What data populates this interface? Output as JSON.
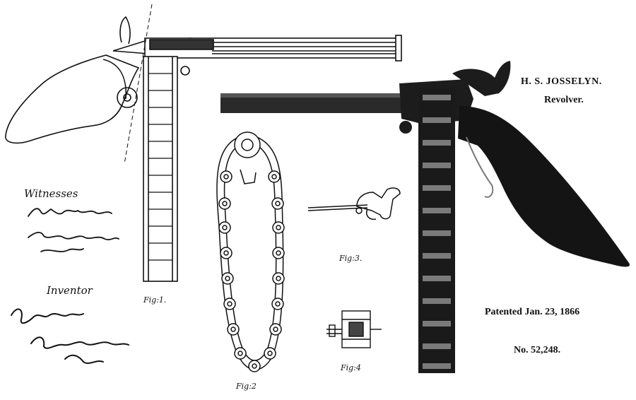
{
  "header": {
    "inventor_name": "H. S. JOSSELYN.",
    "invention": "Revolver."
  },
  "patent": {
    "patented": "Patented Jan. 23, 1866",
    "number": "No. 52,248."
  },
  "witnesses": {
    "label": "Witnesses"
  },
  "inventor": {
    "label": "Inventor"
  },
  "figures": [
    {
      "label": "Fig:1."
    },
    {
      "label": "Fig:2"
    },
    {
      "label": "Fig:3."
    },
    {
      "label": "Fig:4"
    }
  ]
}
